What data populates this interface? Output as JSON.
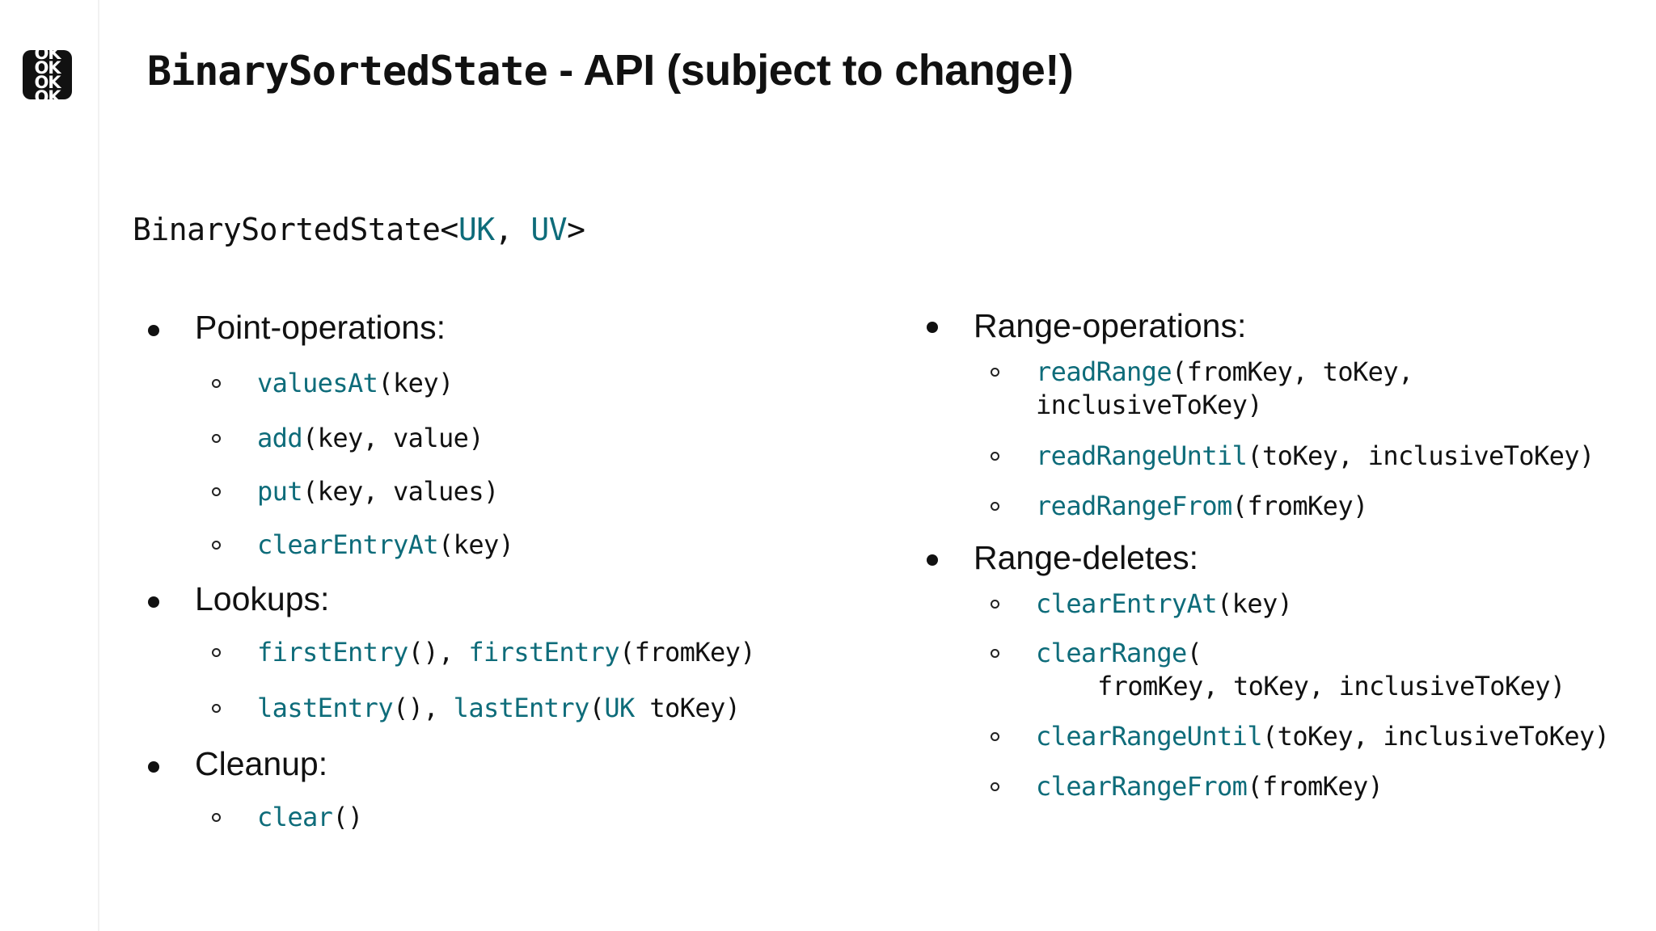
{
  "logo": {
    "lines": [
      "OK",
      "OK",
      "OK",
      "OK"
    ]
  },
  "title": {
    "code": "BinarySortedState",
    "rest": " - API (subject to change!)"
  },
  "signature": {
    "name": "BinarySortedState<",
    "type1": "UK",
    "sep": ", ",
    "type2": "UV",
    "close": ">"
  },
  "left": {
    "point_ops": {
      "heading": "Point-operations:",
      "items": [
        {
          "fn": "valuesAt",
          "args": "(key)"
        },
        {
          "fn": "add",
          "args": "(key, value)"
        },
        {
          "fn": "put",
          "args": "(key, values)"
        },
        {
          "fn": "clearEntryAt",
          "args": "(key)"
        }
      ]
    },
    "lookups": {
      "heading": "Lookups:",
      "items": [
        {
          "fn": "firstEntry",
          "args": "(), ",
          "fn2": "firstEntry",
          "args2": "(fromKey)"
        },
        {
          "fn": "lastEntry",
          "args": "(), ",
          "fn2": "lastEntry",
          "args2": "(",
          "type": "UK",
          "args3": " toKey)"
        }
      ]
    },
    "cleanup": {
      "heading": "Cleanup:",
      "items": [
        {
          "fn": "clear",
          "args": "()"
        }
      ]
    }
  },
  "right": {
    "range_ops": {
      "heading": "Range-operations:",
      "items": [
        {
          "fn": "readRange",
          "args": "(fromKey, toKey,",
          "cont": "inclusiveToKey)"
        },
        {
          "fn": "readRangeUntil",
          "args": "(toKey, inclusiveToKey)"
        },
        {
          "fn": "readRangeFrom",
          "args": "(fromKey)"
        }
      ]
    },
    "range_deletes": {
      "heading": "Range-deletes:",
      "items": [
        {
          "fn": "clearEntryAt",
          "args": "(key)"
        },
        {
          "fn": "clearRange",
          "args": "(",
          "cont": "fromKey, toKey, inclusiveToKey)"
        },
        {
          "fn": "clearRangeUntil",
          "args": "(toKey, inclusiveToKey)"
        },
        {
          "fn": "clearRangeFrom",
          "args": "(fromKey)"
        }
      ]
    }
  },
  "colors": {
    "accent": "#0e6c7a",
    "text": "#111111",
    "background": "#ffffff"
  },
  "icons": {
    "logo": "ok-logo-icon",
    "bullet": "filled-circle-bullet",
    "sub_bullet": "hollow-circle-bullet"
  }
}
